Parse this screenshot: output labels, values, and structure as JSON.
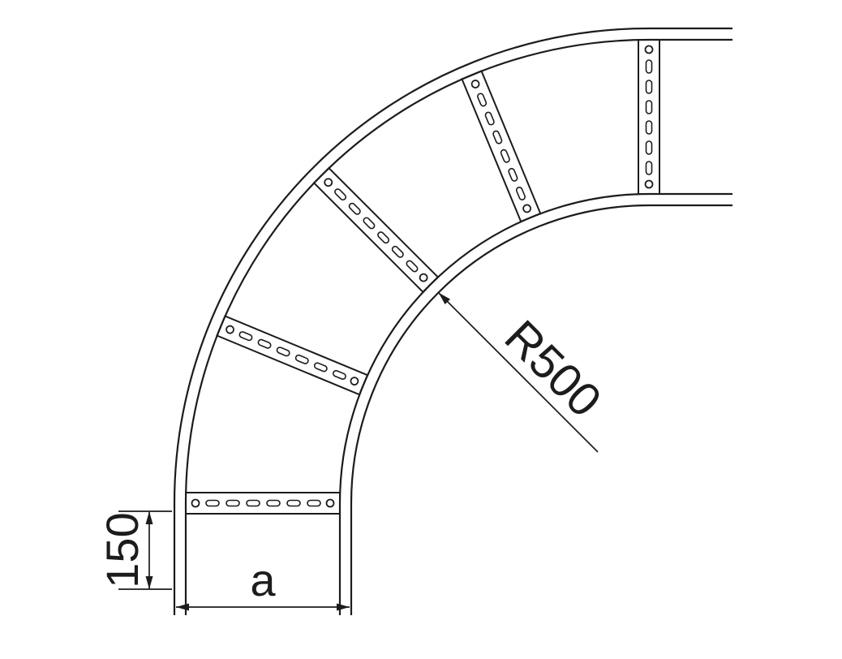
{
  "drawing": {
    "type": "technical-line-drawing",
    "subject": "cable ladder 90-degree bend, plan view",
    "colors": {
      "line": "#1c1c1c",
      "background": "#ffffff"
    },
    "labels": {
      "radius": "R500",
      "end_segment_length": "150",
      "ladder_width": "a"
    }
  }
}
